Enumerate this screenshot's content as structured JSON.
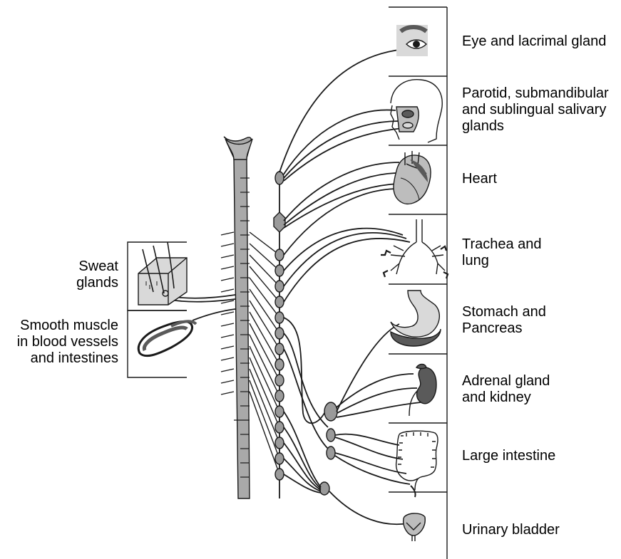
{
  "left_labels": {
    "sweat_glands": "Sweat\nglands",
    "smooth_muscle": "Smooth muscle\nin blood vessels\nand intestines"
  },
  "organ_labels": {
    "eye": "Eye and lacrimal gland",
    "salivary": "Parotid, submandibular\nand sublingual salivary\nglands",
    "heart": "Heart",
    "lung": "Trachea and\nlung",
    "stomach": "Stomach and\nPancreas",
    "kidney": "Adrenal gland\nand kidney",
    "intestine": "Large intestine",
    "bladder": "Urinary bladder"
  },
  "colors": {
    "line": "#1a1a1a",
    "spine_fill": "#a9a9a9",
    "ganglion_fill": "#9a9a9a",
    "organ_fill": "#bdbdbd",
    "organ_dark": "#5a5a5a"
  }
}
